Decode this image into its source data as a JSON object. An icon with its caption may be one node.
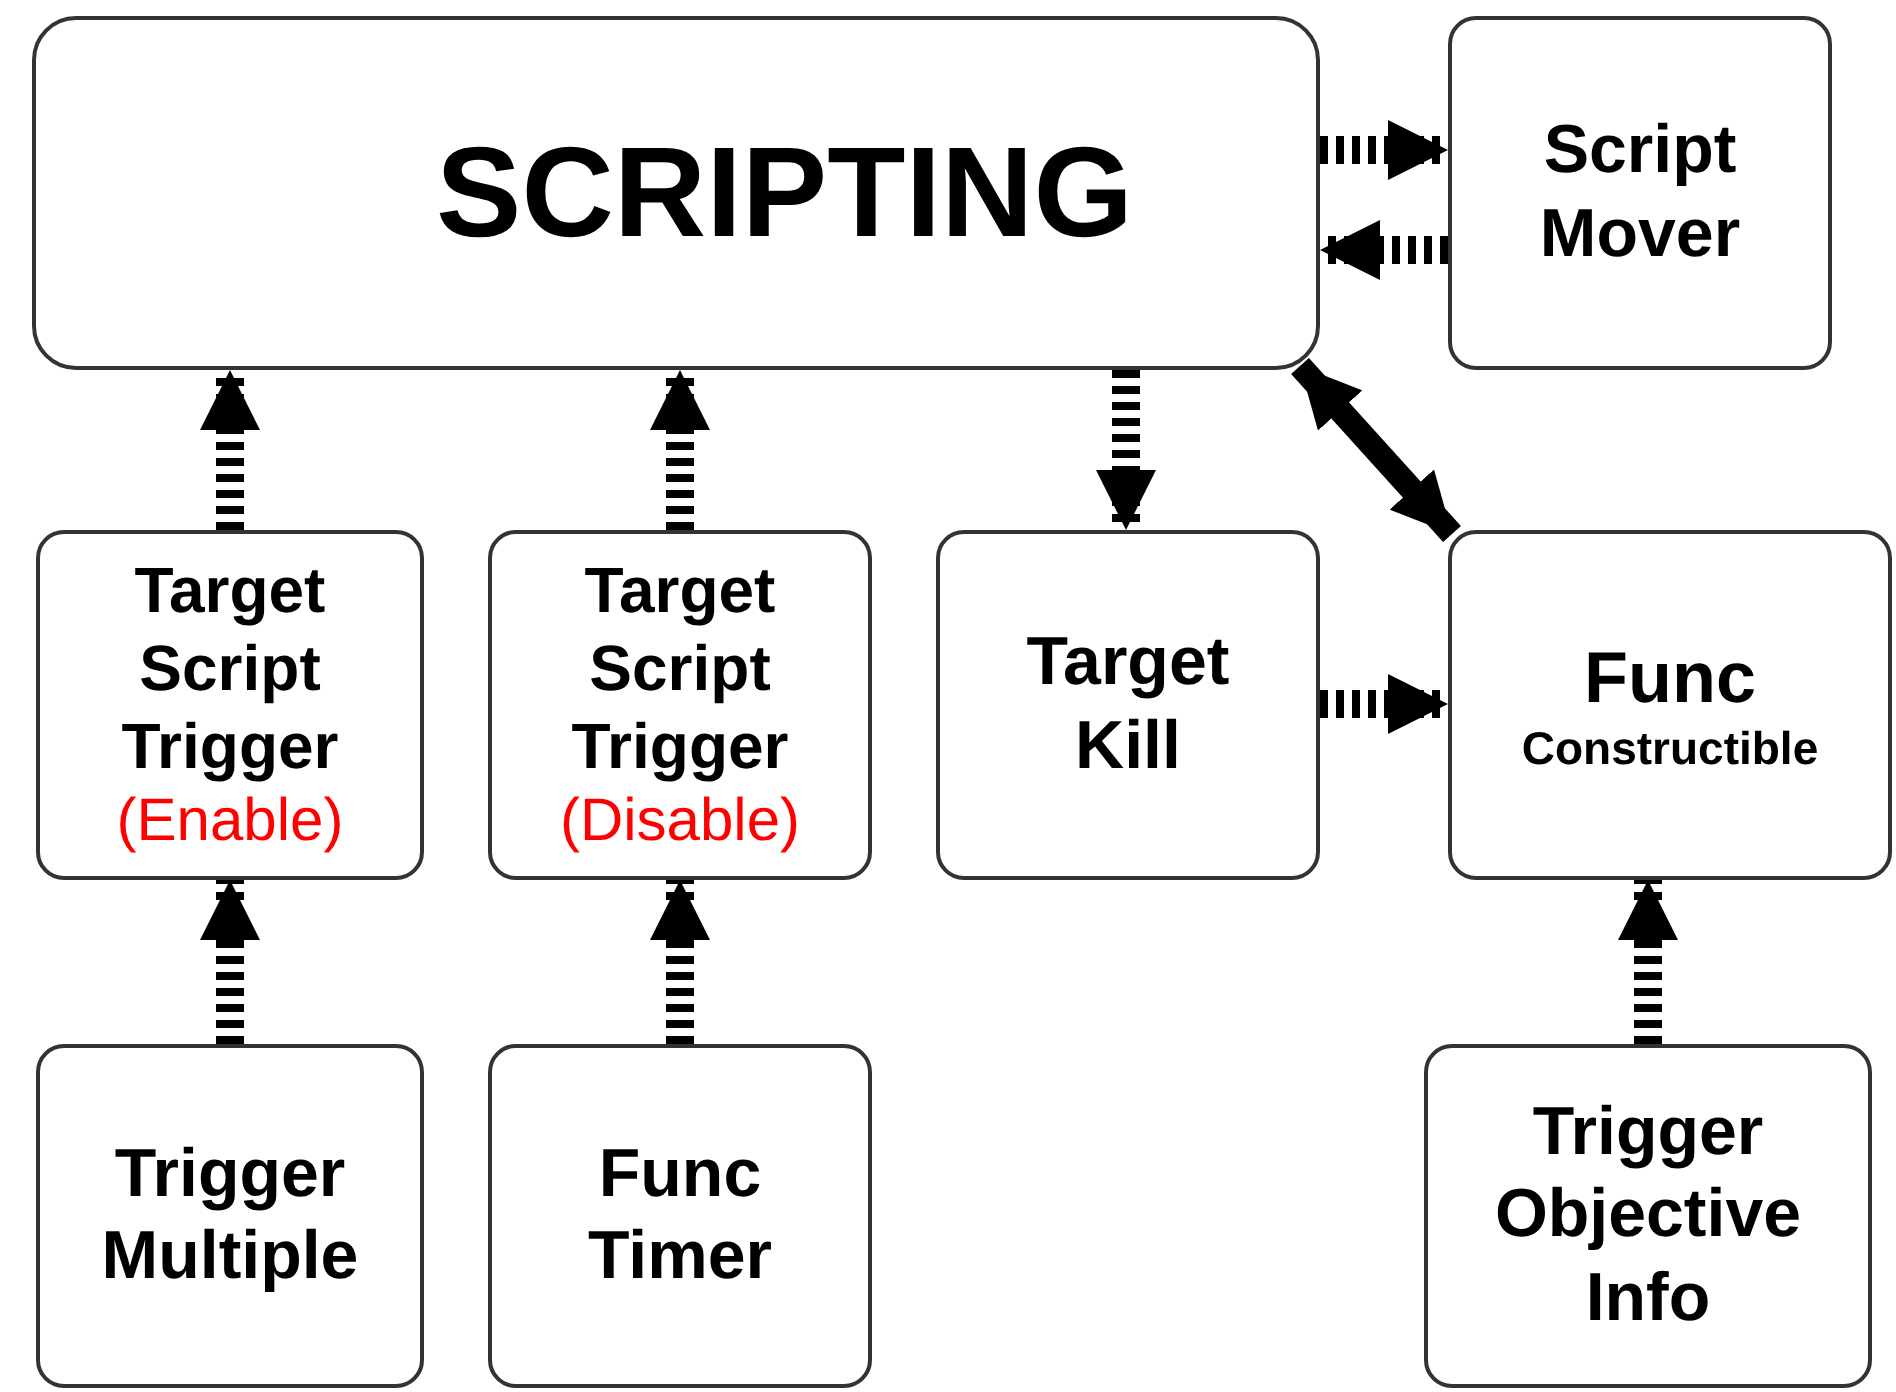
{
  "diagram": {
    "nodes": [
      {
        "text": [
          "SCRIPTING"
        ]
      },
      {
        "text": [
          "Script Mover"
        ]
      },
      {
        "text": [
          "Target Script Trigger",
          "(Enable)"
        ]
      },
      {
        "text": [
          "Target Script Trigger",
          "(Disable)"
        ]
      },
      {
        "text": [
          "Target Kill"
        ]
      },
      {
        "text": [
          "Func",
          "Constructible"
        ]
      },
      {
        "text": [
          "Trigger Multiple"
        ]
      },
      {
        "text": [
          "Func Timer"
        ]
      },
      {
        "text": [
          "Trigger Objective Info"
        ]
      }
    ],
    "edges": [
      {
        "from": 0,
        "to": 1,
        "arrow": "to",
        "style": "dashed"
      },
      {
        "from": 1,
        "to": 0,
        "arrow": "to",
        "style": "dashed"
      },
      {
        "from": 2,
        "to": 0,
        "arrow": "to",
        "style": "dashed"
      },
      {
        "from": 3,
        "to": 0,
        "arrow": "to",
        "style": "dashed"
      },
      {
        "from": 0,
        "to": 4,
        "arrow": "to",
        "style": "dashed"
      },
      {
        "from": 0,
        "to": 5,
        "arrow": "both"
      },
      {
        "from": 4,
        "to": 5,
        "arrow": "to",
        "style": "dashed"
      },
      {
        "from": 6,
        "to": 2,
        "arrow": "to",
        "style": "dashed"
      },
      {
        "from": 7,
        "to": 3,
        "arrow": "to",
        "style": "dashed"
      },
      {
        "from": 8,
        "to": 5,
        "arrow": "to",
        "style": "dashed"
      }
    ]
  }
}
